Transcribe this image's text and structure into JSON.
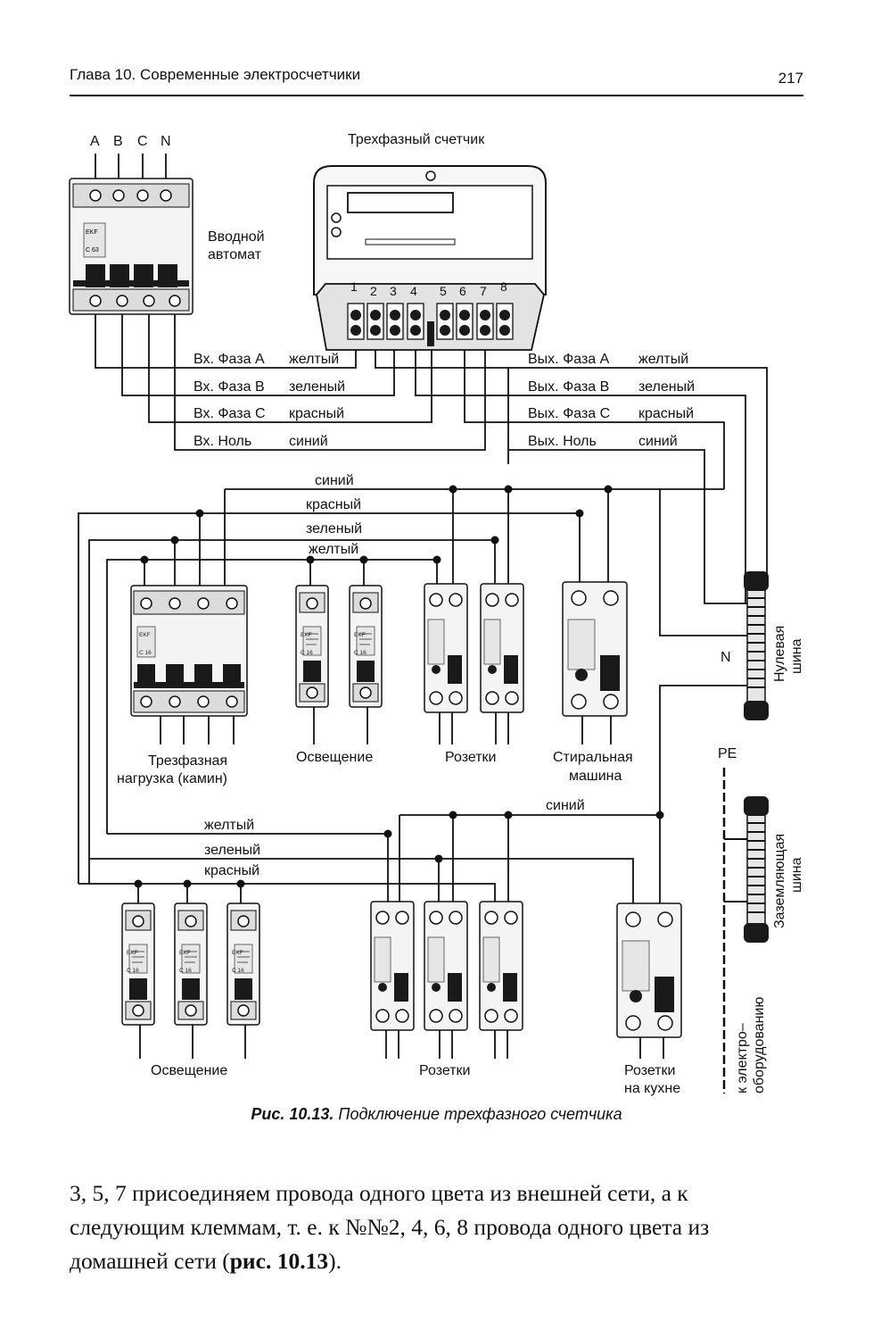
{
  "header": {
    "chapter": "Глава 10. Современные электросчетчики",
    "page_number": "217"
  },
  "meter": {
    "title": "Трехфазный счетчик",
    "terminal_numbers": [
      "1",
      "2",
      "3",
      "4",
      "5",
      "6",
      "7",
      "8"
    ]
  },
  "inlet": {
    "phase_letters": [
      "A",
      "B",
      "C",
      "N"
    ],
    "label_line1": "Вводной",
    "label_line2": "автомат",
    "brand": "EKF",
    "rating": "C 63"
  },
  "wires_in": {
    "left": [
      "Вх. Фаза A",
      "Вх. Фаза B",
      "Вх. Фаза C",
      "Вх. Ноль"
    ],
    "colors": [
      "желтый",
      "зеленый",
      "красный",
      "синий"
    ]
  },
  "wires_out": {
    "left": [
      "Вых. Фаза A",
      "Вых. Фаза B",
      "Вых. Фаза C",
      "Вых. Ноль"
    ],
    "colors": [
      "желтый",
      "зеленый",
      "красный",
      "синий"
    ]
  },
  "bus_colors": [
    "синий",
    "красный",
    "зеленый",
    "желтый"
  ],
  "lower_colors": {
    "blue": "синий",
    "yellow": "желтый",
    "green": "зеленый",
    "red": "красный"
  },
  "neutral_bus": {
    "letter": "N",
    "label_line1": "Нулевая",
    "label_line2": "шина"
  },
  "ground_bus": {
    "letter": "PE",
    "label_line1": "Заземляющая",
    "label_line2": "шина",
    "equip_line1": "к электро–",
    "equip_line2": "оборудованию"
  },
  "loads_top": {
    "three_phase_line1": "Трезфазная",
    "three_phase_line2": "нагрузка (камин)",
    "lighting": "Освещение",
    "sockets": "Розетки",
    "washer_line1": "Стиральная",
    "washer_line2": "машина"
  },
  "loads_bottom": {
    "lighting": "Освещение",
    "sockets": "Розетки",
    "kitchen_line1": "Розетки",
    "kitchen_line2": "на кухне"
  },
  "caption": {
    "label": "Рис. 10.13.",
    "text": "Подключение трехфазного счетчика"
  },
  "body_text": {
    "part1": "3, 5, 7 присоединяем провода одного цвета из внешней сети, а к следующим клеммам, т. е. к №№2, 4, 6, 8 провода одного цвета из домашней сети (",
    "ref": "рис. 10.13",
    "part2": ")."
  },
  "colors": {
    "ink": "#111111",
    "device_body": "#f4f4f4",
    "device_dark": "#1a1a1a"
  },
  "device_marking": {
    "brand": "EKF",
    "rating": "C 16"
  }
}
